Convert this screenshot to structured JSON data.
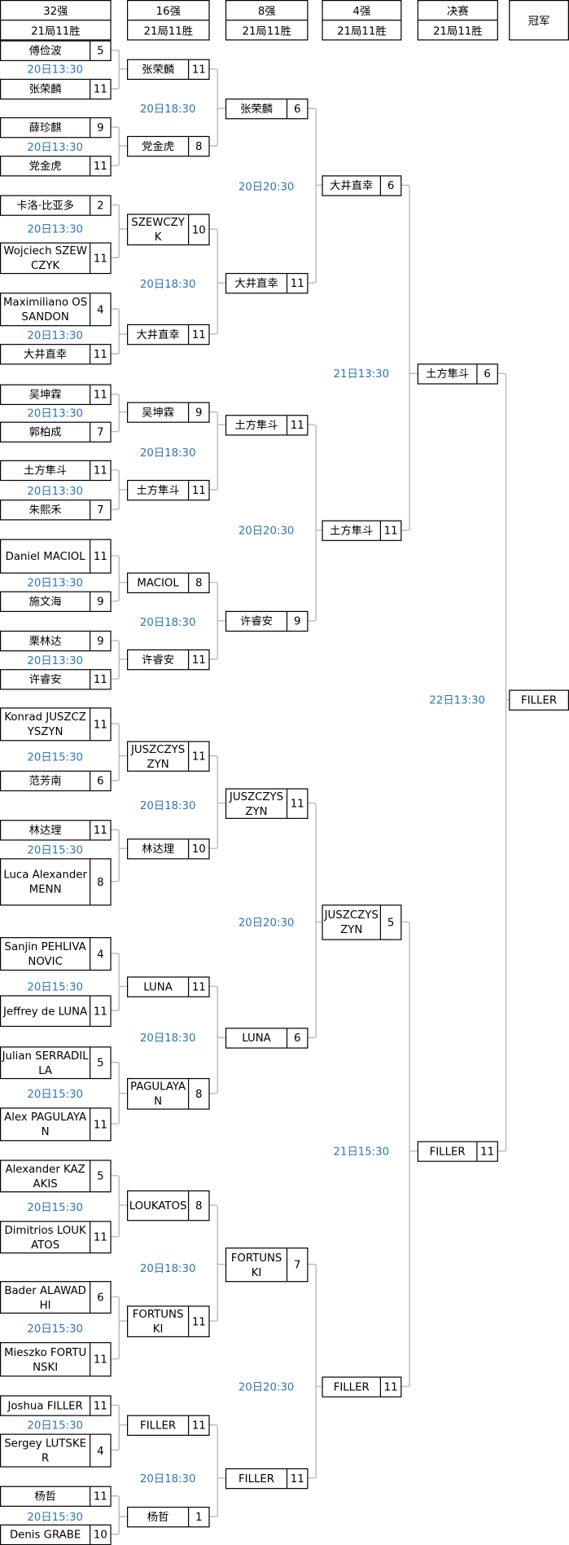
{
  "headers": [
    {
      "round": "32强",
      "format": "21局11胜"
    },
    {
      "round": "16强",
      "format": "21局11胜"
    },
    {
      "round": "8强",
      "format": "21局11胜"
    },
    {
      "round": "4强",
      "format": "21局11胜"
    },
    {
      "round": "决赛",
      "format": "21局11胜"
    }
  ],
  "champion_header": "冠军",
  "line_color": "#bbbbbb",
  "time_color": "#2e75b6",
  "rounds": [
    {
      "players": [
        {
          "name": "傅俭波",
          "score": "5"
        },
        {
          "name": "张荣麟",
          "score": "11"
        },
        {
          "name": "薛珍麒",
          "score": "9"
        },
        {
          "name": "党金虎",
          "score": "11"
        },
        {
          "name": "卡洛·比亚多",
          "score": "2"
        },
        {
          "name": "Wojciech SZEWCZYK",
          "score": "11"
        },
        {
          "name": "Maximiliano OSSANDON",
          "score": "4"
        },
        {
          "name": "大井直幸",
          "score": "11"
        },
        {
          "name": "吴坤霖",
          "score": "11"
        },
        {
          "name": "郭柏成",
          "score": "7"
        },
        {
          "name": "土方隼斗",
          "score": "11"
        },
        {
          "name": "朱熙禾",
          "score": "7"
        },
        {
          "name": "Daniel MACIOL",
          "score": "11"
        },
        {
          "name": "施文海",
          "score": "9"
        },
        {
          "name": "栗林达",
          "score": "9"
        },
        {
          "name": "许睿安",
          "score": "11"
        },
        {
          "name": "Konrad JUSZCZYSZYN",
          "score": "11"
        },
        {
          "name": "范芳南",
          "score": "6"
        },
        {
          "name": "林达理",
          "score": "11"
        },
        {
          "name": "Luca Alexander MENN",
          "score": "8"
        },
        {
          "name": "Sanjin PEHLIVANOVIC",
          "score": "4"
        },
        {
          "name": "Jeffrey de LUNA",
          "score": "11"
        },
        {
          "name": "Julian SERRADILLA",
          "score": "5"
        },
        {
          "name": "Alex PAGULAYAN",
          "score": "11"
        },
        {
          "name": "Alexander KAZAKIS",
          "score": "5"
        },
        {
          "name": "Dimitrios LOUKATOS",
          "score": "11"
        },
        {
          "name": "Bader ALAWADHI",
          "score": "6"
        },
        {
          "name": "Mieszko FORTUNSKI",
          "score": "11"
        },
        {
          "name": "Joshua FILLER",
          "score": "11"
        },
        {
          "name": "Sergey LUTSKER",
          "score": "4"
        },
        {
          "name": "杨哲",
          "score": "11"
        },
        {
          "name": "Denis GRABE",
          "score": "10"
        }
      ],
      "times": [
        "20日13:30",
        "20日13:30",
        "20日13:30",
        "20日13:30",
        "20日13:30",
        "20日13:30",
        "20日13:30",
        "20日13:30",
        "20日15:30",
        "20日15:30",
        "20日15:30",
        "20日15:30",
        "20日15:30",
        "20日15:30",
        "20日15:30",
        "20日15:30"
      ]
    },
    {
      "players": [
        {
          "name": "张荣麟",
          "score": "11"
        },
        {
          "name": "党金虎",
          "score": "8"
        },
        {
          "name": "SZEWCZYK",
          "score": "10"
        },
        {
          "name": "大井直幸",
          "score": "11"
        },
        {
          "name": "吴坤霖",
          "score": "9"
        },
        {
          "name": "土方隼斗",
          "score": "11"
        },
        {
          "name": "MACIOL",
          "score": "8"
        },
        {
          "name": "许睿安",
          "score": "11"
        },
        {
          "name": "JUSZCZYSZYN",
          "score": "11"
        },
        {
          "name": "林达理",
          "score": "10"
        },
        {
          "name": "LUNA",
          "score": "11"
        },
        {
          "name": "PAGULAYAN",
          "score": "8"
        },
        {
          "name": "LOUKATOS",
          "score": "8"
        },
        {
          "name": "FORTUNSKI",
          "score": "11"
        },
        {
          "name": "FILLER",
          "score": "11"
        },
        {
          "name": "杨哲",
          "score": "1"
        }
      ],
      "times": [
        "20日18:30",
        "20日18:30",
        "20日18:30",
        "20日18:30",
        "20日18:30",
        "20日18:30",
        "20日18:30",
        "20日18:30"
      ]
    },
    {
      "players": [
        {
          "name": "张荣麟",
          "score": "6"
        },
        {
          "name": "大井直幸",
          "score": "11"
        },
        {
          "name": "土方隼斗",
          "score": "11"
        },
        {
          "name": "许睿安",
          "score": "9"
        },
        {
          "name": "JUSZCZYSZYN",
          "score": "11"
        },
        {
          "name": "LUNA",
          "score": "6"
        },
        {
          "name": "FORTUNSKI",
          "score": "7"
        },
        {
          "name": "FILLER",
          "score": "11"
        }
      ],
      "times": [
        "20日20:30",
        "20日20:30",
        "20日20:30",
        "20日20:30"
      ]
    },
    {
      "players": [
        {
          "name": "大井直幸",
          "score": "6"
        },
        {
          "name": "土方隼斗",
          "score": "11"
        },
        {
          "name": "JUSZCZYSZYN",
          "score": "5"
        },
        {
          "name": "FILLER",
          "score": "11"
        }
      ],
      "times": [
        "21日13:30",
        "21日15:30"
      ]
    },
    {
      "players": [
        {
          "name": "土方隼斗",
          "score": "6"
        },
        {
          "name": "FILLER",
          "score": "11"
        }
      ],
      "times": [
        "22日13:30"
      ]
    }
  ],
  "champion": {
    "name": "FILLER"
  }
}
